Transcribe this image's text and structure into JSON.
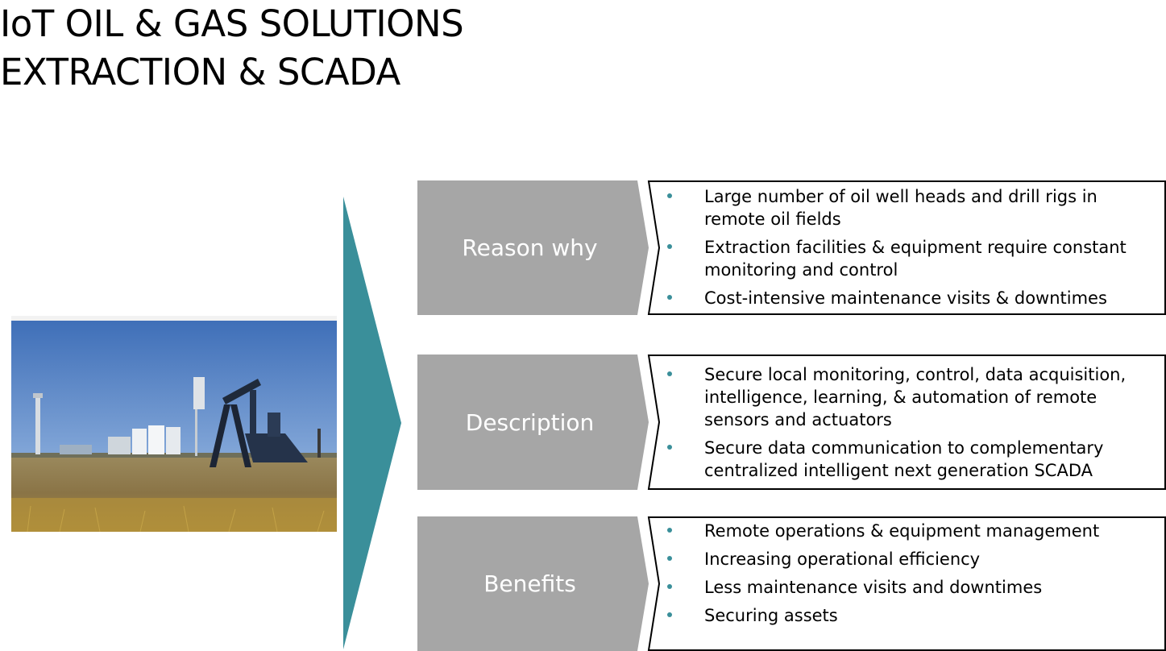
{
  "slide": {
    "title_lines": [
      "IoT OIL & GAS SOLUTIONS",
      "EXTRACTION & SCADA"
    ],
    "accent_color": "#3a8f9a",
    "label_color": "#a6a6a6"
  },
  "sections": [
    {
      "label": "Reason why",
      "items": [
        "Large number of oil well heads and drill rigs in remote oil fields",
        "Extraction facilities & equipment require constant monitoring and control",
        "Cost-intensive maintenance visits & downtimes"
      ]
    },
    {
      "label": "Description",
      "items": [
        "Secure local monitoring, control, data acquisition, intelligence, learning, & automation of remote sensors and actuators",
        "Secure data communication to complementary centralized intelligent next generation SCADA"
      ]
    },
    {
      "label": "Benefits",
      "items": [
        "Remote operations & equipment management",
        "Increasing operational efficiency",
        "Less maintenance visits and downtimes",
        "Securing assets"
      ]
    }
  ]
}
